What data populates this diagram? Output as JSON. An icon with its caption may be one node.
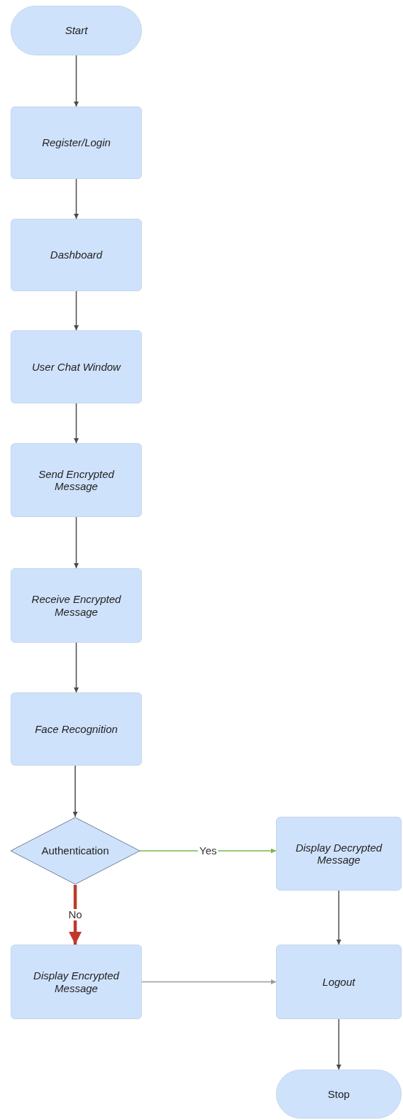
{
  "diagram": {
    "nodes": [
      {
        "text": [
          "Start"
        ]
      },
      {
        "text": [
          "Register/Login"
        ]
      },
      {
        "text": [
          "Dashboard"
        ]
      },
      {
        "text": [
          "User Chat Window"
        ]
      },
      {
        "text": [
          "Send Encrypted Message"
        ]
      },
      {
        "text": [
          "Receive Encrypted Message"
        ]
      },
      {
        "text": [
          "Face Recognition"
        ]
      },
      {
        "text": [
          "Authentication"
        ]
      },
      {
        "text": [
          "Display Decrypted Message"
        ]
      },
      {
        "text": [
          "Display Encrypted Message"
        ]
      },
      {
        "text": [
          "Logout"
        ]
      },
      {
        "text": [
          "Stop"
        ]
      }
    ],
    "edges": [
      {
        "from": 0,
        "to": 1,
        "arrow": "to"
      },
      {
        "from": 1,
        "to": 2,
        "arrow": "to"
      },
      {
        "from": 2,
        "to": 3,
        "arrow": "to"
      },
      {
        "from": 3,
        "to": 4,
        "arrow": "to"
      },
      {
        "from": 4,
        "to": 5,
        "arrow": "to"
      },
      {
        "from": 5,
        "to": 6,
        "arrow": "to"
      },
      {
        "from": 6,
        "to": 7,
        "arrow": "to"
      },
      {
        "from": 7,
        "to": 8,
        "arrow": "to",
        "label": "Yes",
        "color": "#7ab648"
      },
      {
        "from": 7,
        "to": 9,
        "arrow": "to",
        "label": "No",
        "color": "#c0392b",
        "style": "thick"
      },
      {
        "from": 8,
        "to": 10,
        "arrow": "to"
      },
      {
        "from": 9,
        "to": 10,
        "arrow": "to",
        "color": "#9a9a9a"
      },
      {
        "from": 10,
        "to": 11,
        "arrow": "to"
      }
    ]
  }
}
